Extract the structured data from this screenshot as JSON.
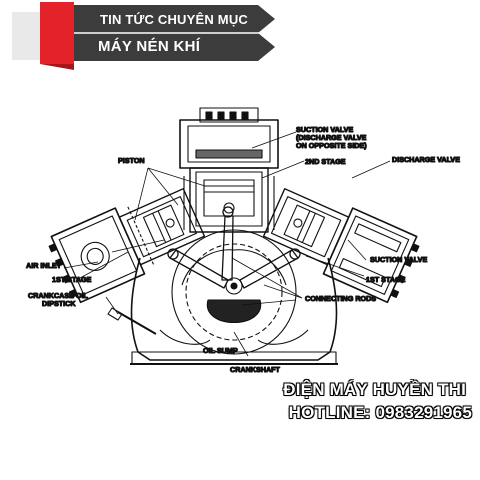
{
  "banner": {
    "line1": "TIN TỨC CHUYÊN MỤC",
    "line2": "MÁY NÉN KHÍ",
    "accent_color": "#e42229",
    "bar_color": "#3c3c3c"
  },
  "labels": {
    "suction_valve_top": "SUCTION VALVE",
    "discharge_valve_note_1": "(DISCHARGE VALVE",
    "discharge_valve_note_2": "ON OPPOSITE SIDE)",
    "piston": "PISTON",
    "second_stage": "2ND STAGE",
    "discharge_valve": "DISCHARGE VALVE",
    "air_inlet": "AIR INLET",
    "first_stage_left": "1ST STAGE",
    "suction_valve_right": "SUCTION VALVE",
    "first_stage_right": "1ST STAGE",
    "crankcase_oil_1": "CRANKCASE OIL",
    "crankcase_oil_2": "DIPSTICK",
    "connecting_rods": "CONNECTING RODS",
    "oil_sump": "OIL SUMP",
    "crankshaft": "CRANKSHAFT"
  },
  "watermark": {
    "name": "ĐIỆN MÁY HUYỀN THI",
    "hotline": "HOTLINE: 0983291965"
  }
}
